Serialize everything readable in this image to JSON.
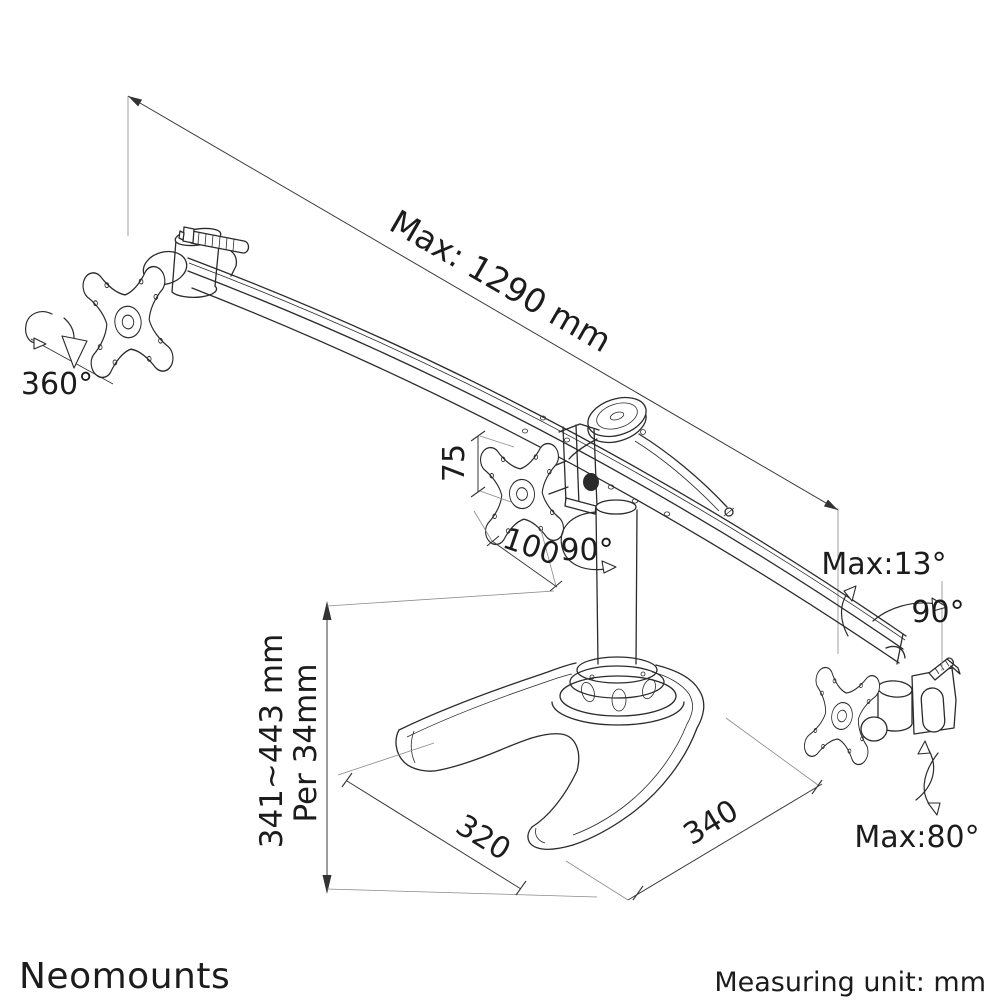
{
  "page": {
    "background": "#ffffff",
    "line_color": "#2b2b2b"
  },
  "annotations": {
    "max_width_label": "Max: 1290 mm",
    "rotation_360_label": "360°",
    "vesa_height_label": "75",
    "vesa_width_label": "100",
    "pole_swivel_label": "90°",
    "tilt_label": "Max:13°",
    "arm_swivel_label": "90°",
    "height_range_label": "341~443 mm",
    "height_step_label": "Per 34mm",
    "base_depth_label": "320",
    "base_width_label": "340",
    "pivot_label": "Max:80°"
  },
  "footer": {
    "brand": "Neomounts",
    "brand_color": "#8e8e8e",
    "measuring_unit_label": "Measuring unit: mm"
  }
}
